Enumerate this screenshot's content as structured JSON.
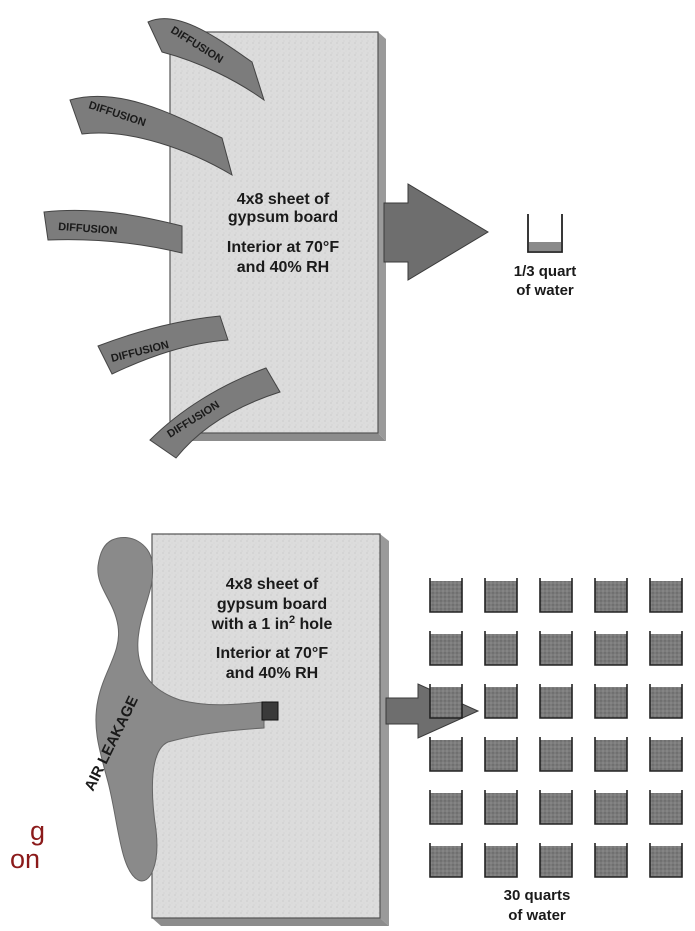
{
  "top_panel": {
    "flow_labels": [
      "DIFFUSION",
      "DIFFUSION",
      "DIFFUSION",
      "DIFFUSION",
      "DIFFUSION"
    ],
    "board_lines": [
      "4x8 sheet of",
      "gypsum board",
      "Interior at 70°F",
      "and 40% RH"
    ],
    "result_lines": [
      "1/3 quart",
      "of water"
    ],
    "container_count": 1
  },
  "bottom_panel": {
    "flow_label": "AIR LEAKAGE",
    "board_lines": [
      "4x8 sheet of",
      "gypsum board",
      "with a 1 in",
      "2",
      " hole",
      "Interior at 70°F",
      "and 40% RH"
    ],
    "result_lines": [
      "30 quarts",
      "of water"
    ],
    "container_count": 30
  },
  "cut_text": [
    "g",
    "on"
  ],
  "colors": {
    "board_fill": "#d9d9d9",
    "board_edge": "#9a9a9a",
    "band_fill": "#7a7a7a",
    "arrow_fill": "#6e6e6e",
    "bucket_fill": "#7d7d7d",
    "cut_text": "#8b1a1a"
  }
}
